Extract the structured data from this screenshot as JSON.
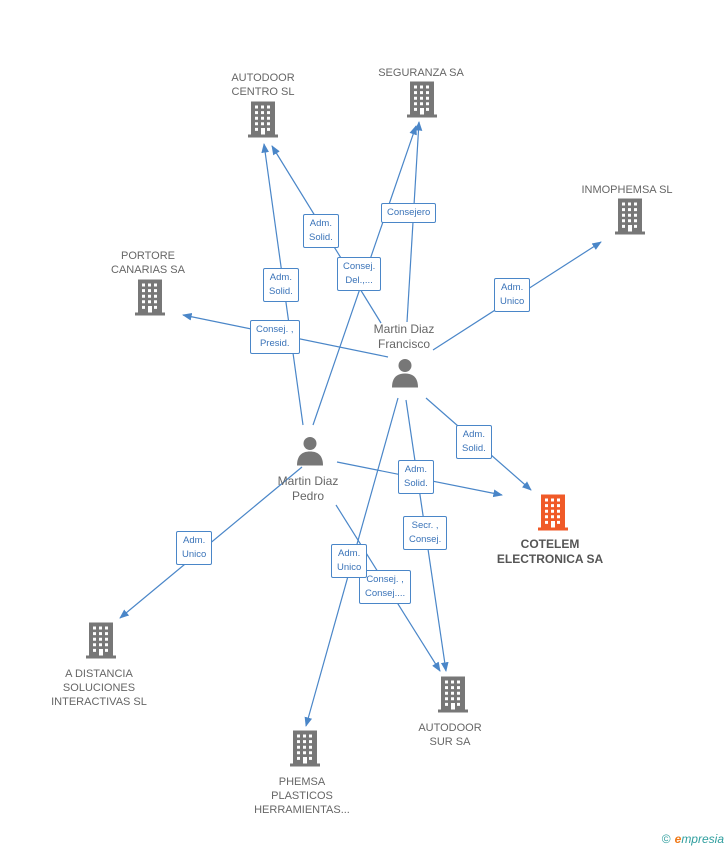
{
  "nodes": [
    {
      "id": "autodoor_centro",
      "type": "company",
      "label": "AUTODOOR\nCENTRO SL"
    },
    {
      "id": "seguranza",
      "type": "company",
      "label": "SEGURANZA SA"
    },
    {
      "id": "inmophemsa",
      "type": "company",
      "label": "INMOPHEMSA SL"
    },
    {
      "id": "portore",
      "type": "company",
      "label": "PORTORE\nCANARIAS SA"
    },
    {
      "id": "martin_francisco",
      "type": "person",
      "label": "Martin Diaz\nFrancisco"
    },
    {
      "id": "martin_pedro",
      "type": "person",
      "label": "Martin Diaz\nPedro"
    },
    {
      "id": "cotelem",
      "type": "company",
      "focus": true,
      "label": "COTELEM\nELECTRONICA SA"
    },
    {
      "id": "a_distancia",
      "type": "company",
      "label": "A DISTANCIA\nSOLUCIONES\nINTERACTIVAS SL"
    },
    {
      "id": "autodoor_sur",
      "type": "company",
      "label": "AUTODOOR\nSUR SA"
    },
    {
      "id": "phemsa",
      "type": "company",
      "label": "PHEMSA\nPLASTICOS\nHERRAMIENTAS..."
    }
  ],
  "edges": [
    {
      "from": "martin_pedro",
      "to": "autodoor_centro",
      "label": "Adm.\nSolid."
    },
    {
      "from": "martin_francisco",
      "to": "autodoor_centro",
      "label": "Adm.\nSolid."
    },
    {
      "from": "martin_pedro",
      "to": "seguranza",
      "label": "Consej.\nDel.,..."
    },
    {
      "from": "martin_francisco",
      "to": "seguranza",
      "label": "Consejero"
    },
    {
      "from": "martin_francisco",
      "to": "inmophemsa",
      "label": "Adm.\nUnico"
    },
    {
      "from": "martin_francisco",
      "to": "portore",
      "label": "Consej. ,\nPresid."
    },
    {
      "from": "martin_francisco",
      "to": "cotelem",
      "label": "Adm.\nSolid."
    },
    {
      "from": "martin_pedro",
      "to": "cotelem",
      "label": "Adm.\nSolid."
    },
    {
      "from": "martin_francisco",
      "to": "autodoor_sur",
      "label": "Secr. ,\nConsej."
    },
    {
      "from": "martin_pedro",
      "to": "autodoor_sur",
      "label": "Consej. ,\nConsej...."
    },
    {
      "from": "martin_francisco",
      "to": "phemsa",
      "label": "Adm.\nUnico"
    },
    {
      "from": "martin_pedro",
      "to": "a_distancia",
      "label": "Adm.\nUnico"
    }
  ],
  "colors": {
    "edge": "#4a86c8",
    "company": "#777777",
    "focus_company": "#f05a28",
    "person": "#777777"
  },
  "brand": {
    "copyright": "©",
    "first_letter": "e",
    "rest": "mpresia"
  }
}
